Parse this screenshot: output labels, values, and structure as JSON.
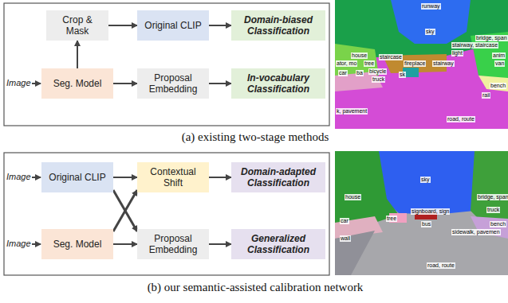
{
  "diagram": {
    "nodes": [
      {
        "text": [
          "Crop & Mask"
        ]
      },
      {
        "text": [
          "Original CLIP"
        ]
      },
      {
        "text": [
          "Domain-biased Classification"
        ]
      },
      {
        "text": [
          "Seg. Model"
        ]
      },
      {
        "text": [
          "Proposal Embedding"
        ]
      },
      {
        "text": [
          "In-vocabulary Classification"
        ]
      },
      {
        "text": [
          "Original CLIP"
        ]
      },
      {
        "text": [
          "Contextual Shift"
        ]
      },
      {
        "text": [
          "Domain-adapted Classification"
        ]
      },
      {
        "text": [
          "Seg. Model"
        ]
      },
      {
        "text": [
          "Proposal Embedding"
        ]
      },
      {
        "text": [
          "Generalized Classification"
        ]
      }
    ],
    "edges": [
      {
        "from": 3,
        "to": 0,
        "arrow": "to"
      },
      {
        "from": 0,
        "to": 1,
        "arrow": "to"
      },
      {
        "from": 1,
        "to": 2,
        "arrow": "to"
      },
      {
        "from": 3,
        "to": 4,
        "arrow": "to"
      },
      {
        "from": 4,
        "to": 5,
        "arrow": "to"
      },
      {
        "from": 6,
        "to": 7,
        "arrow": "to"
      },
      {
        "from": 7,
        "to": 8,
        "arrow": "to"
      },
      {
        "from": 6,
        "to": 10,
        "arrow": "to"
      },
      {
        "from": 9,
        "to": 7,
        "arrow": "to"
      },
      {
        "from": 9,
        "to": 10,
        "arrow": "to"
      },
      {
        "from": 10,
        "to": 11,
        "arrow": "to"
      }
    ],
    "labels": [
      "Image",
      "(a) existing two-stage methods",
      "runway",
      "sky",
      "bridge, span",
      "stairway, staircase",
      "light",
      "house",
      "ator, mo",
      "tree",
      "staircase",
      "fireplace",
      "stairway",
      "anim",
      "van",
      "car",
      "ba",
      "bicycle",
      "truck",
      "sk",
      "rail",
      "bench",
      "k, pavement",
      "road, route",
      "Image",
      "Image",
      "(b) our semantic-assisted calibration network",
      "sky",
      "house",
      "bridge, span",
      "signboard, sign",
      "tree",
      "bus",
      "truck",
      "car",
      "bench",
      "wall",
      "sidewalk, pavemen",
      "road, route"
    ]
  }
}
